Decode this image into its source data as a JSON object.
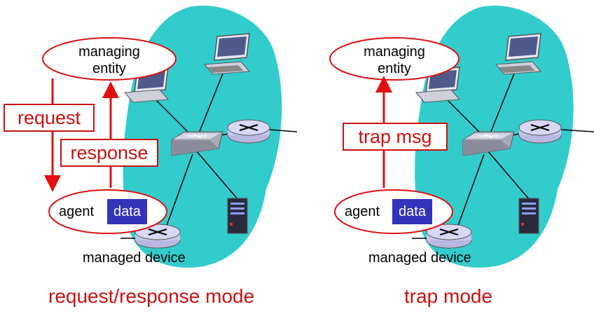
{
  "left_panel": {
    "entity_line1": "managing",
    "entity_line2": "entity",
    "request_label": "request",
    "response_label": "response",
    "agent_label": "agent",
    "data_label": "data",
    "device_label": "managed device",
    "mode_title": "request/response mode"
  },
  "right_panel": {
    "entity_line1": "managing",
    "entity_line2": "entity",
    "trap_label": "trap msg",
    "agent_label": "agent",
    "data_label": "data",
    "device_label": "managed device",
    "mode_title": "trap mode"
  },
  "colors": {
    "network_cloud": "#33cccc",
    "accent_red": "#cc1111",
    "data_box": "#3333bb",
    "router": "#c8c8ee"
  },
  "icons": [
    "computer-icon",
    "switch-icon",
    "router-icon",
    "server-icon"
  ]
}
